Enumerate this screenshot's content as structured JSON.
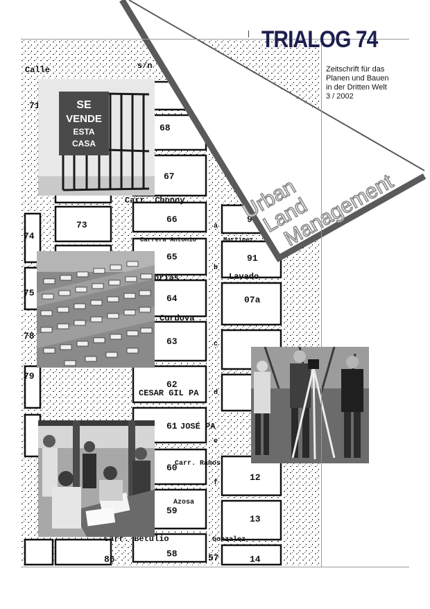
{
  "title": "TRIALOG 74",
  "subtitle": [
    "Zeitschrift für das",
    "Planen und Bauen",
    "in der Dritten Welt",
    "3 / 2002"
  ],
  "theme_lines": [
    "Urban",
    "Land",
    "Management"
  ],
  "photo1_sign": [
    "SE",
    "VENDE",
    "ESTA",
    "CASA"
  ],
  "map": {
    "street_labels": [
      "Calle",
      "s/n",
      "Carr. Chonny",
      "Carrera Antonio",
      "Martínez",
      "Urias",
      "Lavado",
      "Cordova",
      "CESAR GIL PA",
      "JOSÉ PA",
      "Carr. Ramos",
      "Azosa",
      "Carr. Betulio",
      "Gonzalez"
    ],
    "block_numbers": [
      "71",
      "68",
      "67",
      "66",
      "65",
      "64",
      "63",
      "62",
      "61",
      "60",
      "59",
      "58",
      "57",
      "73",
      "74",
      "75",
      "78",
      "79",
      "86",
      "14",
      "13",
      "12",
      "90",
      "91",
      "07a",
      "a",
      "b",
      "c",
      "d",
      "e",
      "f"
    ]
  },
  "colors": {
    "title": "#1c1f4e",
    "triangle_border": "#555555",
    "theme_text": "#8a8a8a"
  }
}
